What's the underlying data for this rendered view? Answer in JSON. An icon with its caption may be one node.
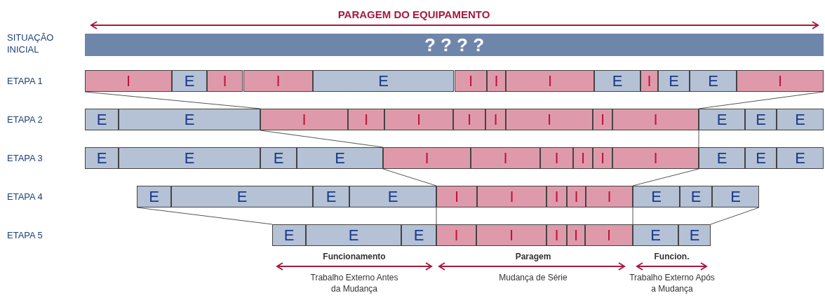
{
  "diagram": {
    "nodes": [
      {
        "text": [
          "? ? ? ?"
        ]
      },
      {
        "text": [
          "I"
        ]
      },
      {
        "text": [
          "E"
        ]
      },
      {
        "text": [
          "I"
        ]
      },
      {
        "text": [
          "I"
        ]
      },
      {
        "text": [
          "E"
        ]
      },
      {
        "text": [
          "I"
        ]
      },
      {
        "text": [
          "I"
        ]
      },
      {
        "text": [
          "I"
        ]
      },
      {
        "text": [
          "E"
        ]
      },
      {
        "text": [
          "I"
        ]
      },
      {
        "text": [
          "E"
        ]
      },
      {
        "text": [
          "E"
        ]
      },
      {
        "text": [
          "I"
        ]
      },
      {
        "text": [
          "E"
        ]
      },
      {
        "text": [
          "E"
        ]
      },
      {
        "text": [
          "I"
        ]
      },
      {
        "text": [
          "I"
        ]
      },
      {
        "text": [
          "I"
        ]
      },
      {
        "text": [
          "I"
        ]
      },
      {
        "text": [
          "I"
        ]
      },
      {
        "text": [
          "I"
        ]
      },
      {
        "text": [
          "I"
        ]
      },
      {
        "text": [
          "I"
        ]
      },
      {
        "text": [
          "E"
        ]
      },
      {
        "text": [
          "E"
        ]
      },
      {
        "text": [
          "E"
        ]
      },
      {
        "text": [
          "E"
        ]
      },
      {
        "text": [
          "E"
        ]
      },
      {
        "text": [
          "E"
        ]
      },
      {
        "text": [
          "E"
        ]
      },
      {
        "text": [
          "I"
        ]
      },
      {
        "text": [
          "I"
        ]
      },
      {
        "text": [
          "I"
        ]
      },
      {
        "text": [
          "I"
        ]
      },
      {
        "text": [
          "I"
        ]
      },
      {
        "text": [
          "I"
        ]
      },
      {
        "text": [
          "E"
        ]
      },
      {
        "text": [
          "E"
        ]
      },
      {
        "text": [
          "E"
        ]
      },
      {
        "text": [
          "E"
        ]
      },
      {
        "text": [
          "E"
        ]
      },
      {
        "text": [
          "E"
        ]
      },
      {
        "text": [
          "E"
        ]
      },
      {
        "text": [
          "I"
        ]
      },
      {
        "text": [
          "I"
        ]
      },
      {
        "text": [
          "I"
        ]
      },
      {
        "text": [
          "I"
        ]
      },
      {
        "text": [
          "I"
        ]
      },
      {
        "text": [
          "E"
        ]
      },
      {
        "text": [
          "E"
        ]
      },
      {
        "text": [
          "E"
        ]
      },
      {
        "text": [
          "E"
        ]
      },
      {
        "text": [
          "E"
        ]
      },
      {
        "text": [
          "E"
        ]
      },
      {
        "text": [
          "I"
        ]
      },
      {
        "text": [
          "I"
        ]
      },
      {
        "text": [
          "I"
        ]
      },
      {
        "text": [
          "I"
        ]
      },
      {
        "text": [
          "I"
        ]
      },
      {
        "text": [
          "E"
        ]
      },
      {
        "text": [
          "E"
        ]
      }
    ],
    "edges": [
      {
        "from": 1,
        "to": 16,
        "arrow": "none"
      },
      {
        "from": 13,
        "to": 24,
        "arrow": "none"
      },
      {
        "from": 16,
        "to": 31,
        "arrow": "none"
      },
      {
        "from": 24,
        "to": 37,
        "arrow": "none"
      },
      {
        "from": 31,
        "to": 44,
        "arrow": "none"
      },
      {
        "from": 37,
        "to": 49,
        "arrow": "none"
      },
      {
        "from": 40,
        "to": 52,
        "arrow": "none"
      },
      {
        "from": 44,
        "to": 55,
        "arrow": "none"
      },
      {
        "from": 49,
        "to": 60,
        "arrow": "none"
      },
      {
        "from": 51,
        "to": 61,
        "arrow": "none"
      }
    ],
    "labels": [
      "PARAGEM DO EQUIPAMENTO",
      "SITUAÇÃO INICIAL",
      "ETAPA 1",
      "ETAPA 2",
      "ETAPA 3",
      "ETAPA 4",
      "ETAPA 5",
      "Funcionamento",
      "Paragem",
      "Funcion.",
      "Trabalho Externo Antes da Mudança",
      "Mudança de Série",
      "Trabalho Externo Após a Mudança"
    ]
  }
}
